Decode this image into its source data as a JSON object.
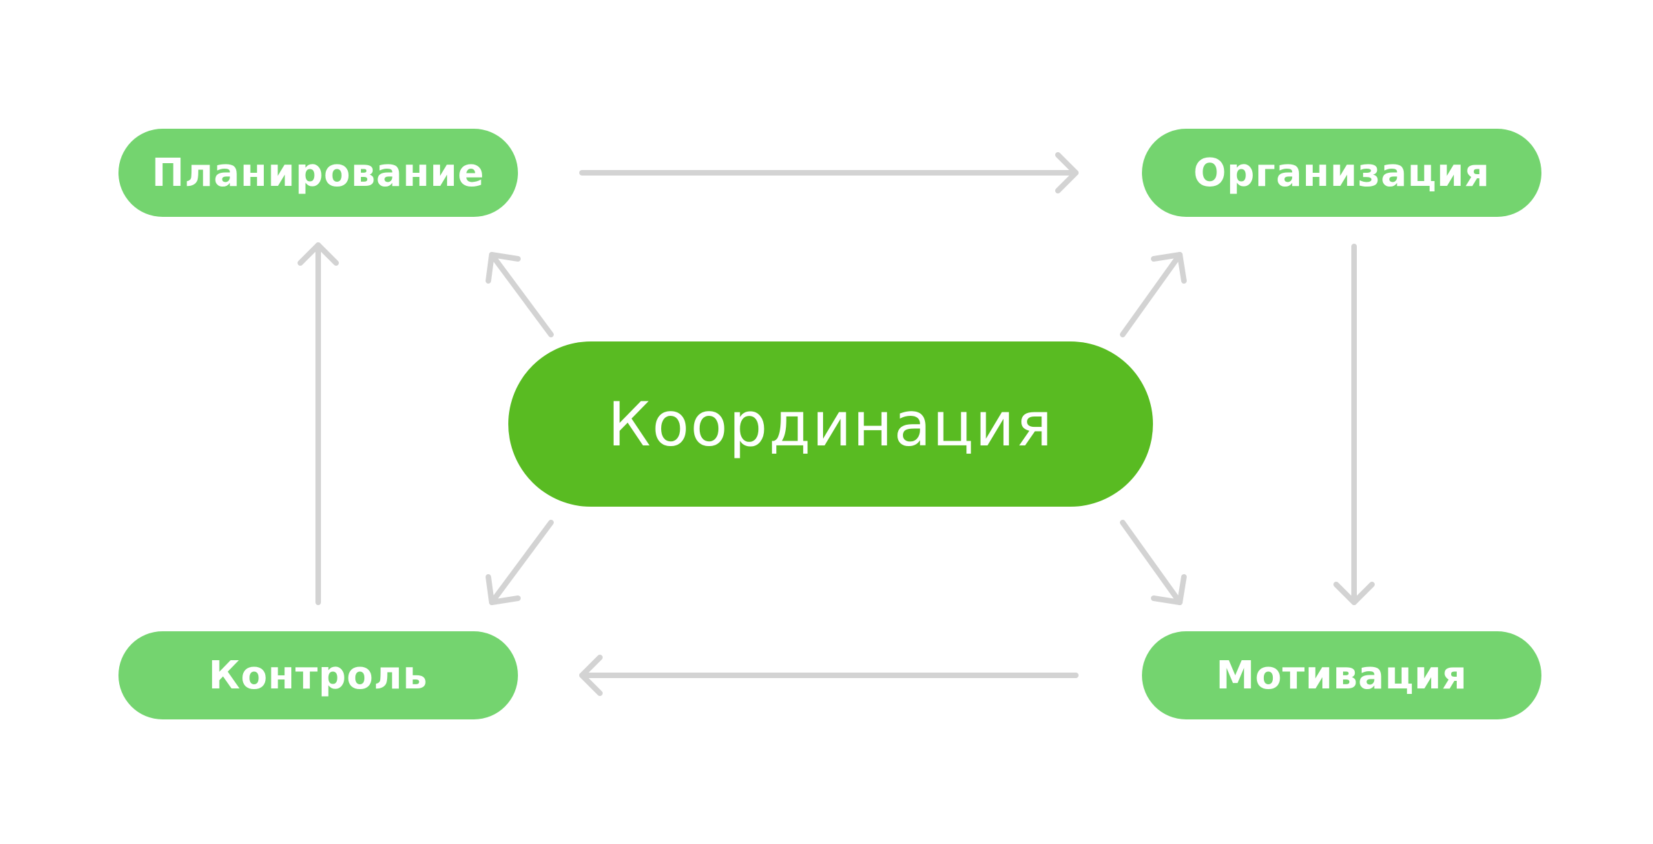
{
  "diagram": {
    "center": {
      "label": "Координация"
    },
    "nodes": {
      "planning": {
        "label": "Планирование"
      },
      "organization": {
        "label": "Организация"
      },
      "motivation": {
        "label": "Мотивация"
      },
      "control": {
        "label": "Контроль"
      }
    },
    "colors": {
      "node_fill": "#74d46f",
      "center_fill": "#59bb22",
      "arrow_stroke": "#d3d3d3",
      "text": "#ffffff",
      "background": "#ffffff"
    },
    "edges": [
      {
        "from": "Планирование",
        "to": "Организация"
      },
      {
        "from": "Организация",
        "to": "Мотивация"
      },
      {
        "from": "Мотивация",
        "to": "Контроль"
      },
      {
        "from": "Контроль",
        "to": "Планирование"
      },
      {
        "from": "Координация",
        "to": "Планирование"
      },
      {
        "from": "Координация",
        "to": "Организация"
      },
      {
        "from": "Координация",
        "to": "Мотивация"
      },
      {
        "from": "Координация",
        "to": "Контроль"
      }
    ]
  }
}
